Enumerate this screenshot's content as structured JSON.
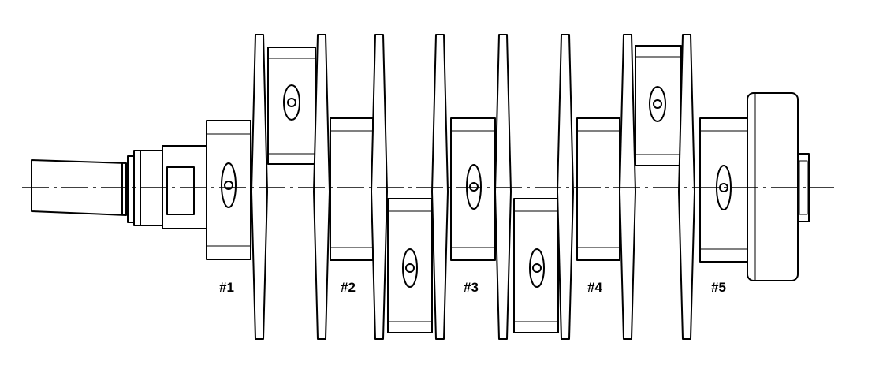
{
  "diagram": {
    "journal_labels": [
      "#1",
      "#2",
      "#3",
      "#4",
      "#5"
    ]
  },
  "colors": {
    "line": "#000000",
    "background": "#ffffff"
  }
}
